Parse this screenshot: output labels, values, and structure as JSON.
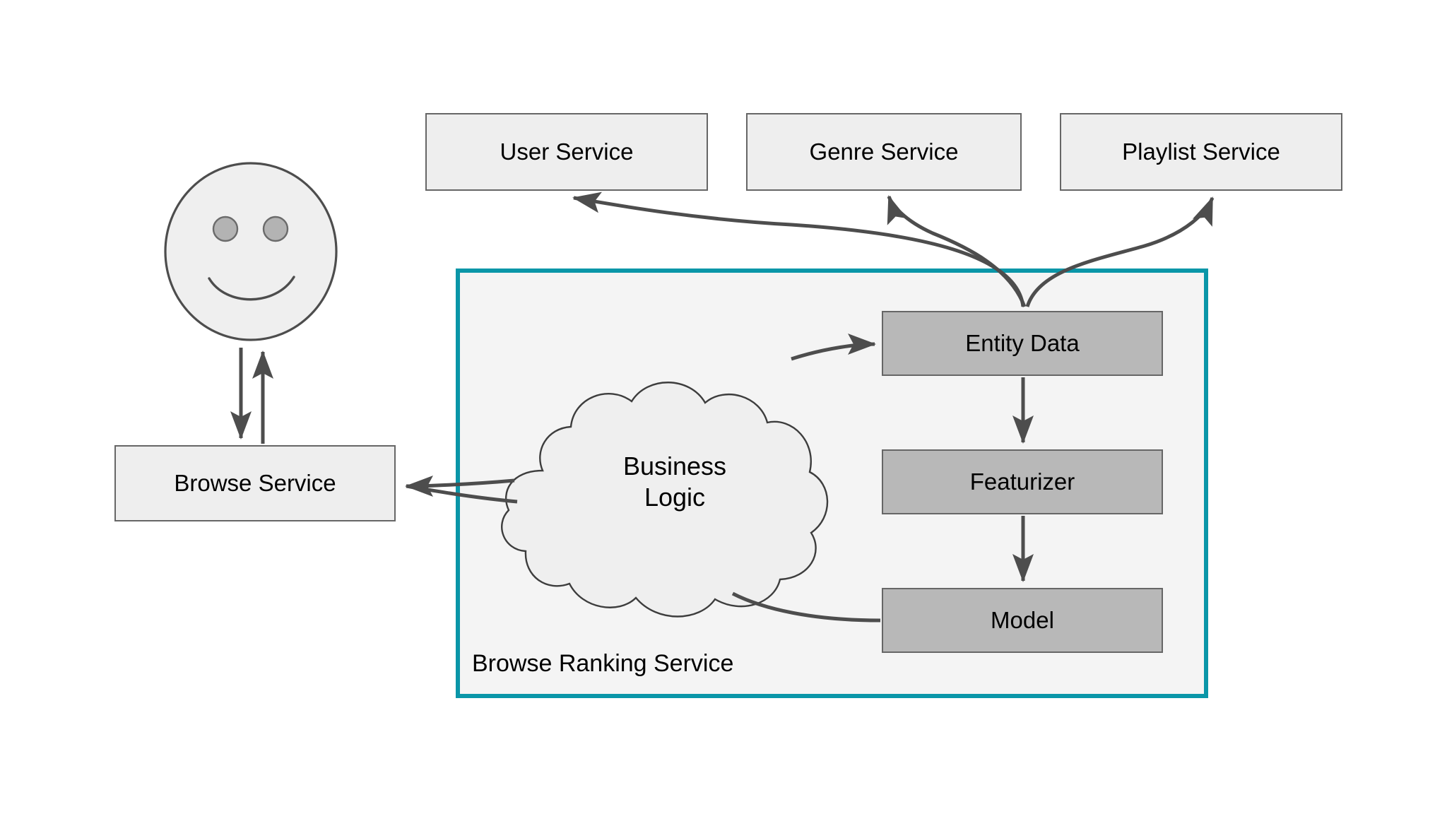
{
  "diagram": {
    "title_label": "Browse Ranking Service",
    "colors": {
      "accent_teal": "#0a96a8",
      "light_box_fill": "#eeeeee",
      "gray_box_fill": "#b8b8b8",
      "box_stroke": "#666666",
      "container_fill": "#f4f4f4",
      "edge_stroke": "#4d4d4d",
      "eye_fill": "#b3b3b3"
    },
    "actor": {
      "name": "user-smiley",
      "face_fill": "#eeeeee"
    },
    "external_services": [
      {
        "id": "user-service",
        "label": "User Service"
      },
      {
        "id": "genre-service",
        "label": "Genre Service"
      },
      {
        "id": "playlist-service",
        "label": "Playlist Service"
      }
    ],
    "browse_service": {
      "id": "browse-service",
      "label": "Browse Service"
    },
    "ranking_service": {
      "id": "browse-ranking-service",
      "label": "Browse Ranking Service",
      "cloud": {
        "id": "business-logic",
        "line1": "Business",
        "line2": "Logic"
      },
      "pipeline": [
        {
          "id": "entity-data",
          "label": "Entity Data"
        },
        {
          "id": "featurizer",
          "label": "Featurizer"
        },
        {
          "id": "model",
          "label": "Model"
        }
      ]
    },
    "edges": [
      {
        "from": "user-smiley",
        "to": "browse-service",
        "arrow": "down"
      },
      {
        "from": "browse-service",
        "to": "user-smiley",
        "arrow": "up"
      },
      {
        "from": "business-logic",
        "to": "browse-service",
        "arrow": "left"
      },
      {
        "from": "business-logic",
        "to": "entity-data",
        "arrow": "right"
      },
      {
        "from": "entity-data",
        "to": "user-service",
        "arrow": "up"
      },
      {
        "from": "entity-data",
        "to": "genre-service",
        "arrow": "up"
      },
      {
        "from": "entity-data",
        "to": "playlist-service",
        "arrow": "up"
      },
      {
        "from": "entity-data",
        "to": "featurizer",
        "arrow": "down"
      },
      {
        "from": "featurizer",
        "to": "model",
        "arrow": "down"
      },
      {
        "from": "model",
        "to": "business-logic",
        "arrow": "none"
      }
    ]
  }
}
